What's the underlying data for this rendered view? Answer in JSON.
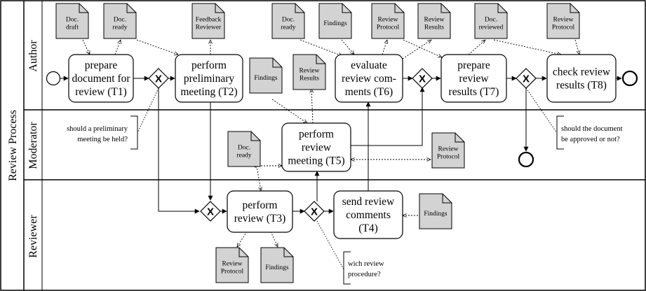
{
  "pool": {
    "title": "Review Process"
  },
  "lanes": [
    {
      "id": "author",
      "label": "Author"
    },
    {
      "id": "moderator",
      "label": "Moderator"
    },
    {
      "id": "reviewer",
      "label": "Reviewer"
    }
  ],
  "tasks": {
    "t1": [
      "prepare",
      "document for",
      "review (T1)"
    ],
    "t2": [
      "perform",
      "preliminary",
      "meeting (T2)"
    ],
    "t6": [
      "evaluate",
      "review com-",
      "ments (T6)"
    ],
    "t7": [
      "prepare",
      "review",
      "results (T7)"
    ],
    "t8": [
      "check review",
      "results (T8)"
    ],
    "t5": [
      "perform",
      "review",
      "meeting (T5)"
    ],
    "t3": [
      "perform",
      "review (T3)"
    ],
    "t4": [
      "send review",
      "comments",
      "(T4)"
    ]
  },
  "gateway_symbol": "X",
  "documents": {
    "doc_draft": [
      "Doc.",
      "draft"
    ],
    "doc_ready_1": [
      "Doc.",
      "ready"
    ],
    "feedback_reviewer": [
      "Feedback",
      "Reviewer"
    ],
    "doc_ready_2": [
      "Doc.",
      "ready"
    ],
    "findings_1": [
      "Findings"
    ],
    "review_protocol_1": [
      "Review",
      "Protocol"
    ],
    "review_results_1": [
      "Review",
      "Results"
    ],
    "doc_reviewed": [
      "Doc.",
      "reviewed"
    ],
    "review_protocol_2": [
      "Review",
      "Protocol"
    ],
    "findings_2": [
      "Findings"
    ],
    "review_results_2": [
      "Review",
      "Results"
    ],
    "doc_ready_3": [
      "Doc.",
      "ready"
    ],
    "review_protocol_3": [
      "Review",
      "Protocol"
    ],
    "findings_3": [
      "Findings"
    ],
    "review_protocol_4": [
      "Review",
      "Protocol"
    ],
    "findings_4": [
      "Findings"
    ]
  },
  "annotations": {
    "preliminary": [
      "should a preliminary",
      "meeting be held?"
    ],
    "approval": [
      "should the document",
      "be approved or not?"
    ],
    "procedure": [
      "wich review",
      "procedure?"
    ]
  }
}
